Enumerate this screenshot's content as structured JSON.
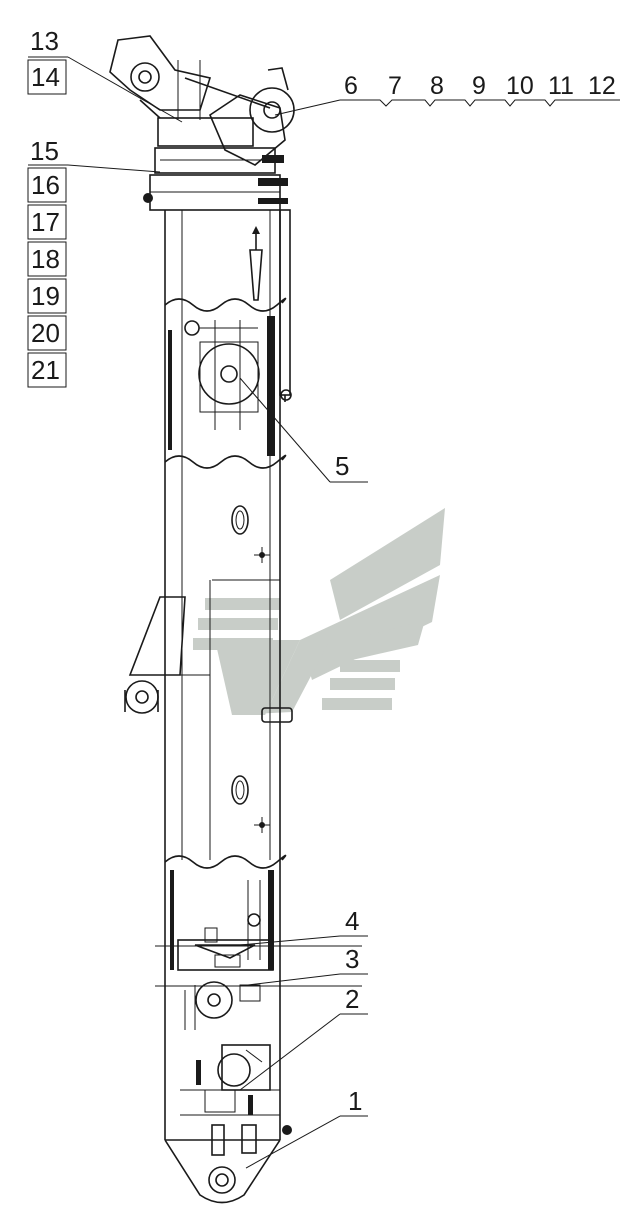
{
  "drawing": {
    "left_callouts": [
      "13",
      "14",
      "15",
      "16",
      "17",
      "18",
      "19",
      "20",
      "21"
    ],
    "top_right_callouts": [
      "6",
      "7",
      "8",
      "9",
      "10",
      "11",
      "12"
    ],
    "right_callouts": [
      "5",
      "4",
      "3",
      "2",
      "1"
    ]
  },
  "colors": {
    "line": "#1a1a1a",
    "watermark": "#9aa39a",
    "background": "#ffffff"
  },
  "watermark": {
    "icon": "stylized-chevron-logo-icon"
  }
}
